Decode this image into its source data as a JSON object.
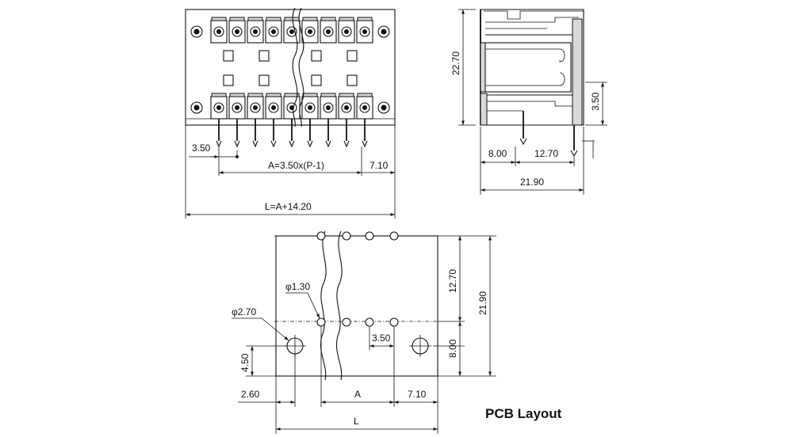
{
  "front_view": {
    "dim_pitch_left": "3.50",
    "dim_span": "A=3.50x(P-1)",
    "dim_end": "7.10",
    "dim_length": "L=A+14.20"
  },
  "side_view": {
    "dim_height": "22.70",
    "dim_pin_height": "3.50",
    "dim_offset": "8.00",
    "dim_row_pitch": "12.70",
    "dim_depth": "21.90"
  },
  "pcb_layout": {
    "title": "PCB Layout",
    "dim_pin_hole": "φ1.30",
    "dim_mount_hole": "φ2.70",
    "dim_row_pitch": "12.70",
    "dim_depth": "21.90",
    "dim_offset": "8.00",
    "dim_pitch": "3.50",
    "dim_hole_y": "4.50",
    "dim_hole_x": "2.60",
    "dim_span": "A",
    "dim_end": "7.10",
    "dim_length": "L"
  }
}
